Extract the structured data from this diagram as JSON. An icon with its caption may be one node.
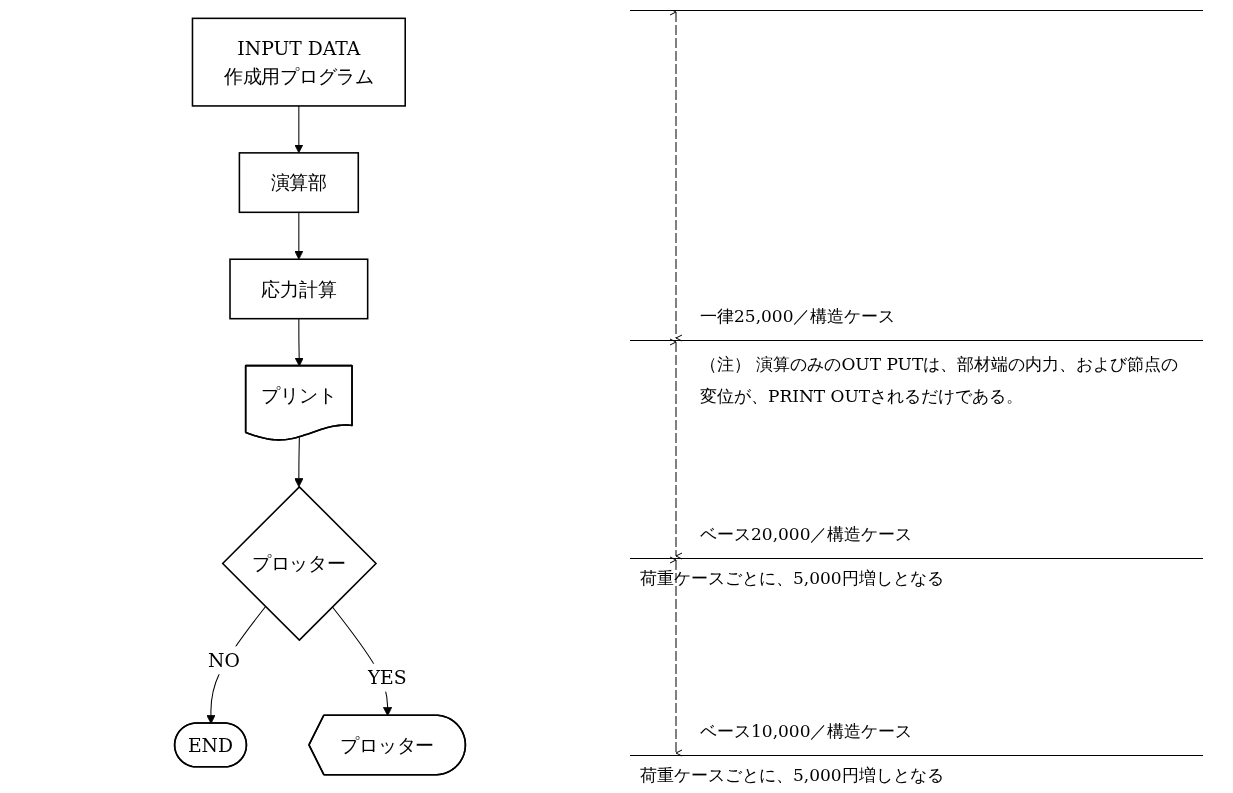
{
  "diagram": {
    "nodes": [
      {
        "text": [
          "INPUT DATA",
          "作成用プログラム"
        ]
      },
      {
        "text": [
          "演算部"
        ]
      },
      {
        "text": [
          "応力計算"
        ]
      },
      {
        "text": [
          "プリント"
        ]
      },
      {
        "text": [
          "END"
        ]
      },
      {
        "text": [
          "プロッター"
        ]
      },
      {
        "text": [
          "プロッター"
        ]
      }
    ],
    "edges": [
      {
        "from": 0,
        "to": 1,
        "arrow": "to"
      },
      {
        "from": 1,
        "to": 2,
        "arrow": "to"
      },
      {
        "from": 2,
        "to": 3,
        "arrow": "to"
      },
      {
        "from": 3,
        "to": 5,
        "arrow": "to"
      },
      {
        "from": 5,
        "to": 4,
        "arrow": "to",
        "label": "NO"
      },
      {
        "from": 5,
        "to": 6,
        "arrow": "to",
        "label": "YES"
      }
    ],
    "labels": [
      "一律25,000／構造ケース",
      "（注） 演算のみのOUT PUTは、部材端の内力、および節点の変位が、PRINT OUTされるだけである。",
      "ベース20,000／構造ケース",
      "荷重ケースごとに、5,000円増しとなる",
      "ベース10,000／構造ケース",
      "荷重ケースごとに、5,000円増しとなる"
    ]
  }
}
